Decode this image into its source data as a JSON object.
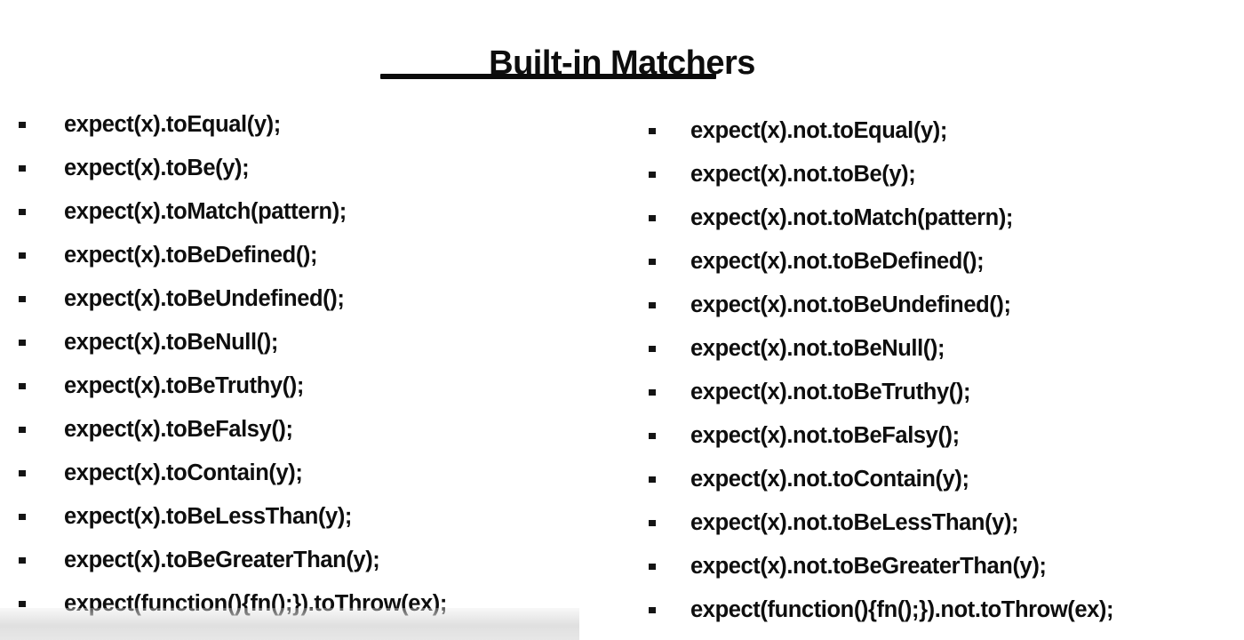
{
  "slide": {
    "title": "Built-in Matchers",
    "bullet_glyph": "square-bullet",
    "background_color": "#ffffff",
    "text_color": "#0e0e0e",
    "rule_color": "#0b0b0b"
  },
  "columns": {
    "left": {
      "name": "positive-matchers",
      "items": [
        {
          "text": "expect(x).toEqual(y);"
        },
        {
          "text": "expect(x).toBe(y);"
        },
        {
          "text": "expect(x).toMatch(pattern);"
        },
        {
          "text": "expect(x).toBeDefined();"
        },
        {
          "text": "expect(x).toBeUndefined();"
        },
        {
          "text": "expect(x).toBeNull();"
        },
        {
          "text": "expect(x).toBeTruthy();"
        },
        {
          "text": "expect(x).toBeFalsy();"
        },
        {
          "text": "expect(x).toContain(y);"
        },
        {
          "text": "expect(x).toBeLessThan(y);"
        },
        {
          "text": "expect(x).toBeGreaterThan(y);"
        },
        {
          "text": "expect(function(){fn();}).toThrow(ex);"
        }
      ]
    },
    "right": {
      "name": "negated-matchers",
      "items": [
        {
          "text": "expect(x).not.toEqual(y);"
        },
        {
          "text": "expect(x).not.toBe(y);"
        },
        {
          "text": "expect(x).not.toMatch(pattern);"
        },
        {
          "text": "expect(x).not.toBeDefined();"
        },
        {
          "text": "expect(x).not.toBeUndefined();"
        },
        {
          "text": "expect(x).not.toBeNull();"
        },
        {
          "text": "expect(x).not.toBeTruthy();"
        },
        {
          "text": "expect(x).not.toBeFalsy();"
        },
        {
          "text": "expect(x).not.toContain(y);"
        },
        {
          "text": "expect(x).not.toBeLessThan(y);"
        },
        {
          "text": "expect(x).not.toBeGreaterThan(y);"
        },
        {
          "text": "expect(function(){fn();}).not.toThrow(ex);"
        }
      ]
    }
  }
}
